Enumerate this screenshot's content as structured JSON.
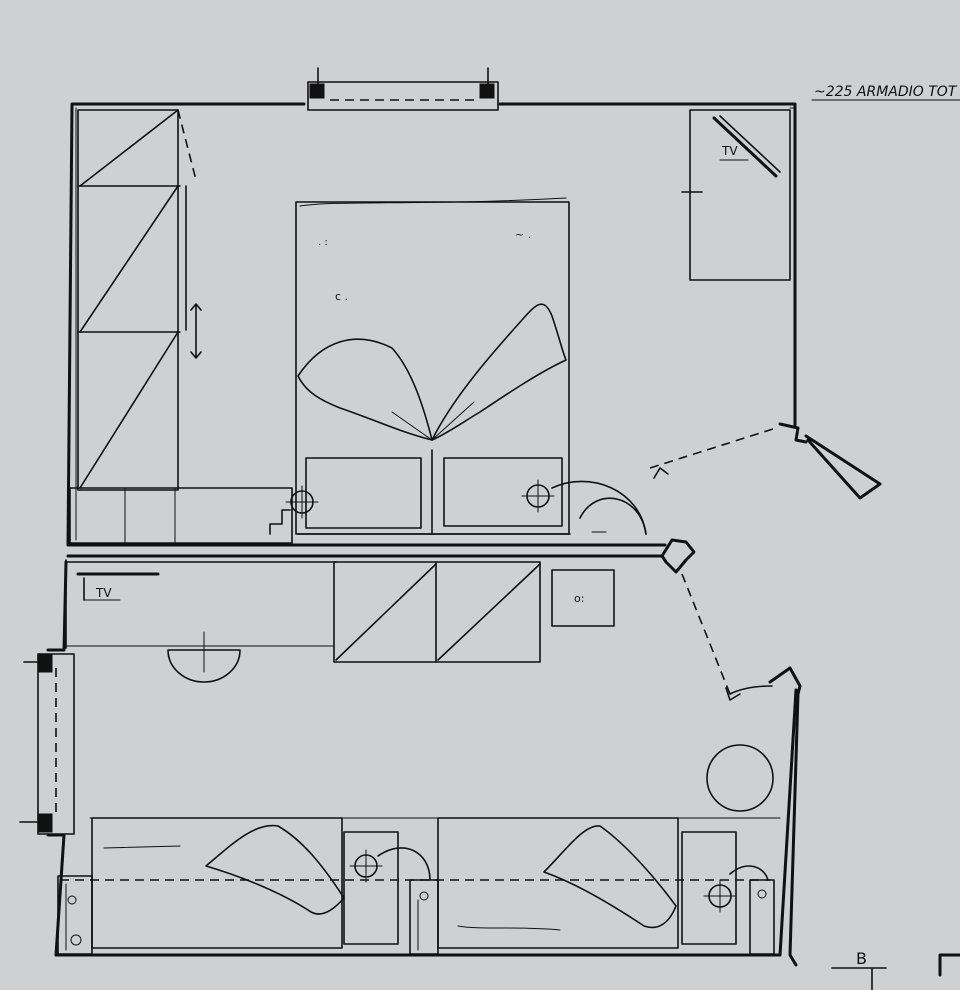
{
  "annotations": {
    "wardrobe_note": "~225 ARMADIO TOT",
    "tv_upper": "TV",
    "tv_lower": "TV",
    "section_marker": "B"
  },
  "colors": {
    "paper": "#cfd0d2",
    "ink": "#111111"
  }
}
